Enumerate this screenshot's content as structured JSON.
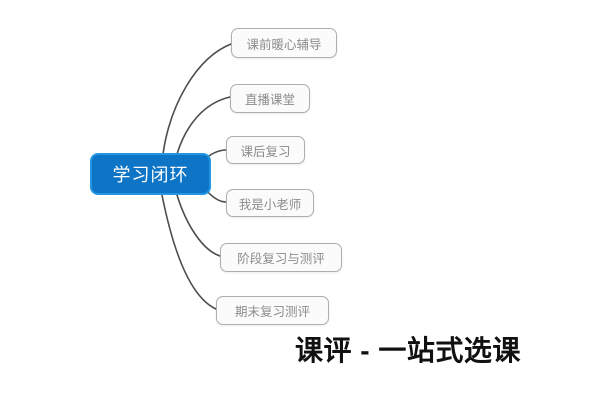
{
  "diagram": {
    "root": {
      "label": "学习闭环"
    },
    "branches": [
      {
        "label": "课前暖心辅导"
      },
      {
        "label": "直播课堂"
      },
      {
        "label": "课后复习"
      },
      {
        "label": "我是小老师"
      },
      {
        "label": "阶段复习与测评"
      },
      {
        "label": "期末复习测评"
      }
    ],
    "caption": "课评 - 一站式选课",
    "colors": {
      "root_fill": "#0d74c6",
      "root_border": "#2296e3",
      "root_text": "#ffffff",
      "branch_fill": "#fbfbfb",
      "branch_border": "#aeaeae",
      "branch_text": "#8c8c8c",
      "connector": "#4d4d4d",
      "caption_text": "#111111",
      "background": "#ffffff"
    }
  }
}
